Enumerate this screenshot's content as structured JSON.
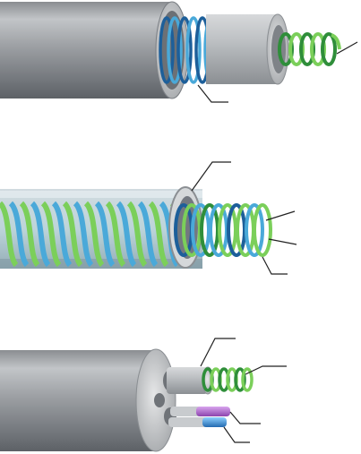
{
  "figure": {
    "panels": [
      {
        "name": "coaxial-coil-catheter",
        "description_visible": false,
        "callouts": 2
      },
      {
        "name": "coil-reinforced-tube",
        "description_visible": false,
        "callouts": 4
      },
      {
        "name": "multi-lumen-catheter",
        "description_visible": false,
        "callouts": 4
      }
    ],
    "colors": {
      "tube_light": "#c9cbcd",
      "tube_mid": "#9a9da1",
      "tube_dark": "#5f6368",
      "coil_green": "#7bcf5a",
      "coil_green_dark": "#2f8e3a",
      "coil_blue": "#4aa9d9",
      "coil_blue_dark": "#1d5f9a",
      "wire_purple": "#b06bd1",
      "wire_blue": "#3c93d8",
      "leader_line": "#222222"
    },
    "icons": {
      "panel_1": "coil-sleeve-icon",
      "panel_2": "helical-reinforcement-icon",
      "panel_3": "lumen-wire-icon"
    }
  }
}
